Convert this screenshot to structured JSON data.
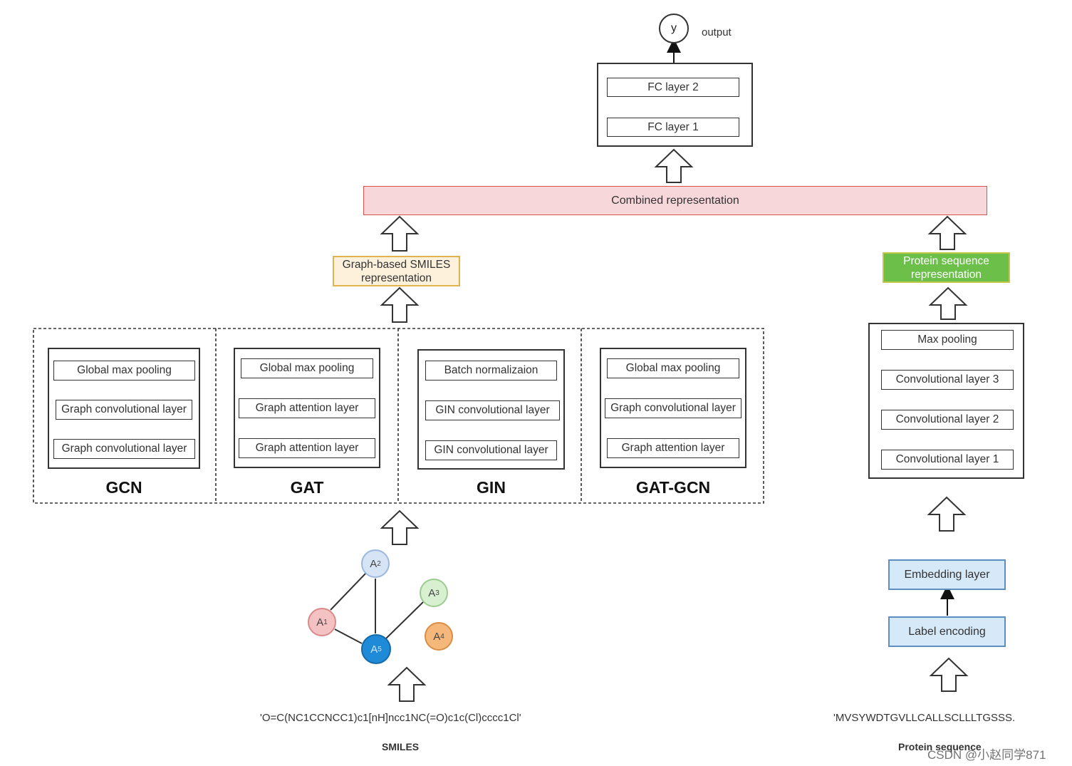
{
  "output": {
    "node_label": "y",
    "label": "output"
  },
  "fc": {
    "layer2": "FC layer 2",
    "layer1": "FC layer 1"
  },
  "combined": {
    "label": "Combined representation",
    "fill": "#f8d7da",
    "border": "#d9534f"
  },
  "graph_repr": {
    "line1": "Graph-based SMILES",
    "line2": "representation",
    "fill": "#fdf1dc",
    "border": "#e0b34c"
  },
  "protein_repr": {
    "line1": "Protein sequence",
    "line2": "representation",
    "fill": "#6cc04a",
    "border": "#4a9a2a"
  },
  "models": [
    {
      "name": "GCN",
      "layers": [
        "Global max pooling",
        "Graph convolutional layer",
        "Graph convolutional layer"
      ]
    },
    {
      "name": "GAT",
      "layers": [
        "Global max pooling",
        "Graph attention layer",
        "Graph attention layer"
      ]
    },
    {
      "name": "GIN",
      "layers": [
        "Batch normalizaion",
        "GIN convolutional layer",
        "GIN convolutional layer"
      ]
    },
    {
      "name": "GAT-GCN",
      "layers": [
        "Global max pooling",
        "Graph convolutional layer",
        "Graph attention layer"
      ]
    }
  ],
  "protein_cnn": {
    "layers": [
      "Max pooling",
      "Convolutional layer 3",
      "Convolutional layer 2",
      "Convolutional layer 1"
    ]
  },
  "embedding": {
    "label": "Embedding layer",
    "fill": "#d6e9f8",
    "border": "#5a8fc0"
  },
  "label_encoding": {
    "label": "Label encoding",
    "fill": "#d6e9f8",
    "border": "#5a8fc0"
  },
  "graph_nodes": [
    {
      "label": "A",
      "sub": "1",
      "fill": "#f4c2c2",
      "stroke": "#d98a8a"
    },
    {
      "label": "A",
      "sub": "2",
      "fill": "#d6e4f5",
      "stroke": "#9bb8de"
    },
    {
      "label": "A",
      "sub": "3",
      "fill": "#d8efd0",
      "stroke": "#9ccc8f"
    },
    {
      "label": "A",
      "sub": "4",
      "fill": "#f6b87a",
      "stroke": "#d98e46"
    },
    {
      "label": "A",
      "sub": "5",
      "fill": "#1f8ad8",
      "stroke": "#166aa8"
    }
  ],
  "smiles": {
    "string": "'O=C(NC1CCNCC1)c1[nH]ncc1NC(=O)c1c(Cl)cccc1Cl'",
    "caption": "SMILES"
  },
  "protein_seq": {
    "string": "'MVSYWDTGVLLCALLSCLLLTGSSS.",
    "caption": "Protein sequence"
  },
  "watermark": "CSDN @小赵同学871"
}
